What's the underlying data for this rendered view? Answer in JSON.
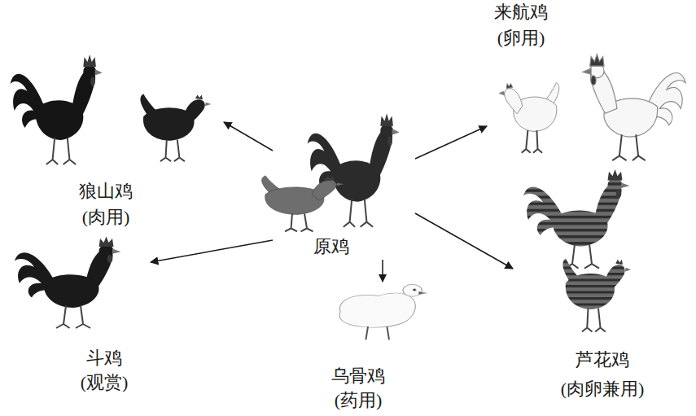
{
  "diagram": {
    "nodes": [
      {
        "text": [
          "原鸡"
        ]
      },
      {
        "text": [
          "狼山鸡",
          "(肉用)"
        ]
      },
      {
        "text": [
          "来航鸡",
          "(卵用)"
        ]
      },
      {
        "text": [
          "斗鸡",
          "(观赏)"
        ]
      },
      {
        "text": [
          "乌骨鸡",
          "(药用)"
        ]
      },
      {
        "text": [
          "芦花鸡",
          "(肉卵兼用)"
        ]
      }
    ],
    "edges": [
      {
        "from": 0,
        "to": 1,
        "arrow": "to"
      },
      {
        "from": 0,
        "to": 2,
        "arrow": "to"
      },
      {
        "from": 0,
        "to": 3,
        "arrow": "to"
      },
      {
        "from": 0,
        "to": 4,
        "arrow": "to"
      },
      {
        "from": 0,
        "to": 5,
        "arrow": "to"
      }
    ]
  }
}
